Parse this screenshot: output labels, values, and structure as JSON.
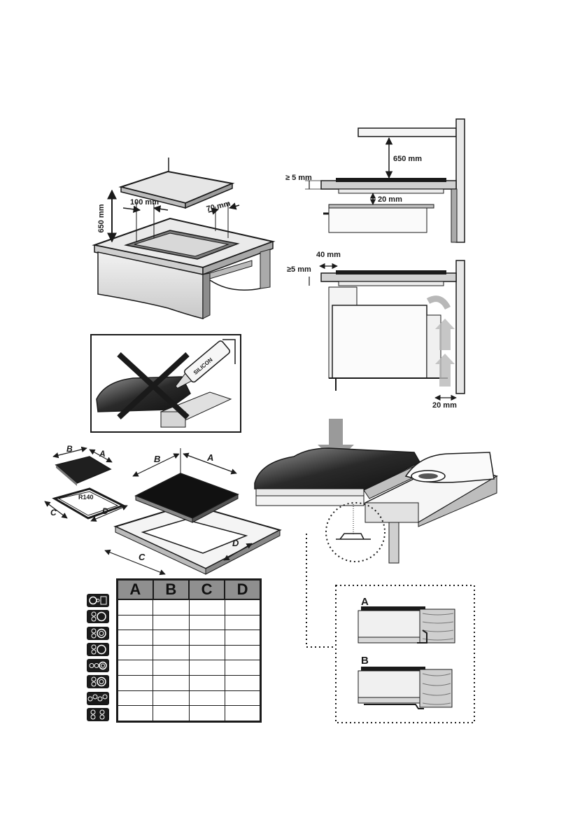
{
  "labels": {
    "h650_left": "650 mm",
    "w100": "100 mm",
    "w70": "70 mm",
    "h650_right": "650 mm",
    "gap5_top": "≥ 5 mm",
    "gap20_top": "20 mm",
    "w40": "40 mm",
    "gap5_bottom": "≥5 mm",
    "gap20_bottom": "20 mm",
    "silicon": "SILICON",
    "dim_A_small": "A",
    "dim_B_small": "B",
    "dim_C_small": "C",
    "dim_D_small": "D",
    "radius": "R140",
    "dim_A_large": "A",
    "dim_B_large": "B",
    "dim_C_large": "C",
    "dim_D_large": "D",
    "detail_A": "A",
    "detail_B": "B"
  },
  "table": {
    "headers": [
      "A",
      "B",
      "C",
      "D"
    ],
    "row_count": 8
  },
  "icons": [
    "hob-layout-1-icon",
    "hob-layout-2-icon",
    "hob-layout-3-icon",
    "hob-layout-4-icon",
    "hob-layout-5-icon",
    "hob-layout-6-icon",
    "hob-layout-7-icon",
    "hob-layout-8-icon"
  ]
}
